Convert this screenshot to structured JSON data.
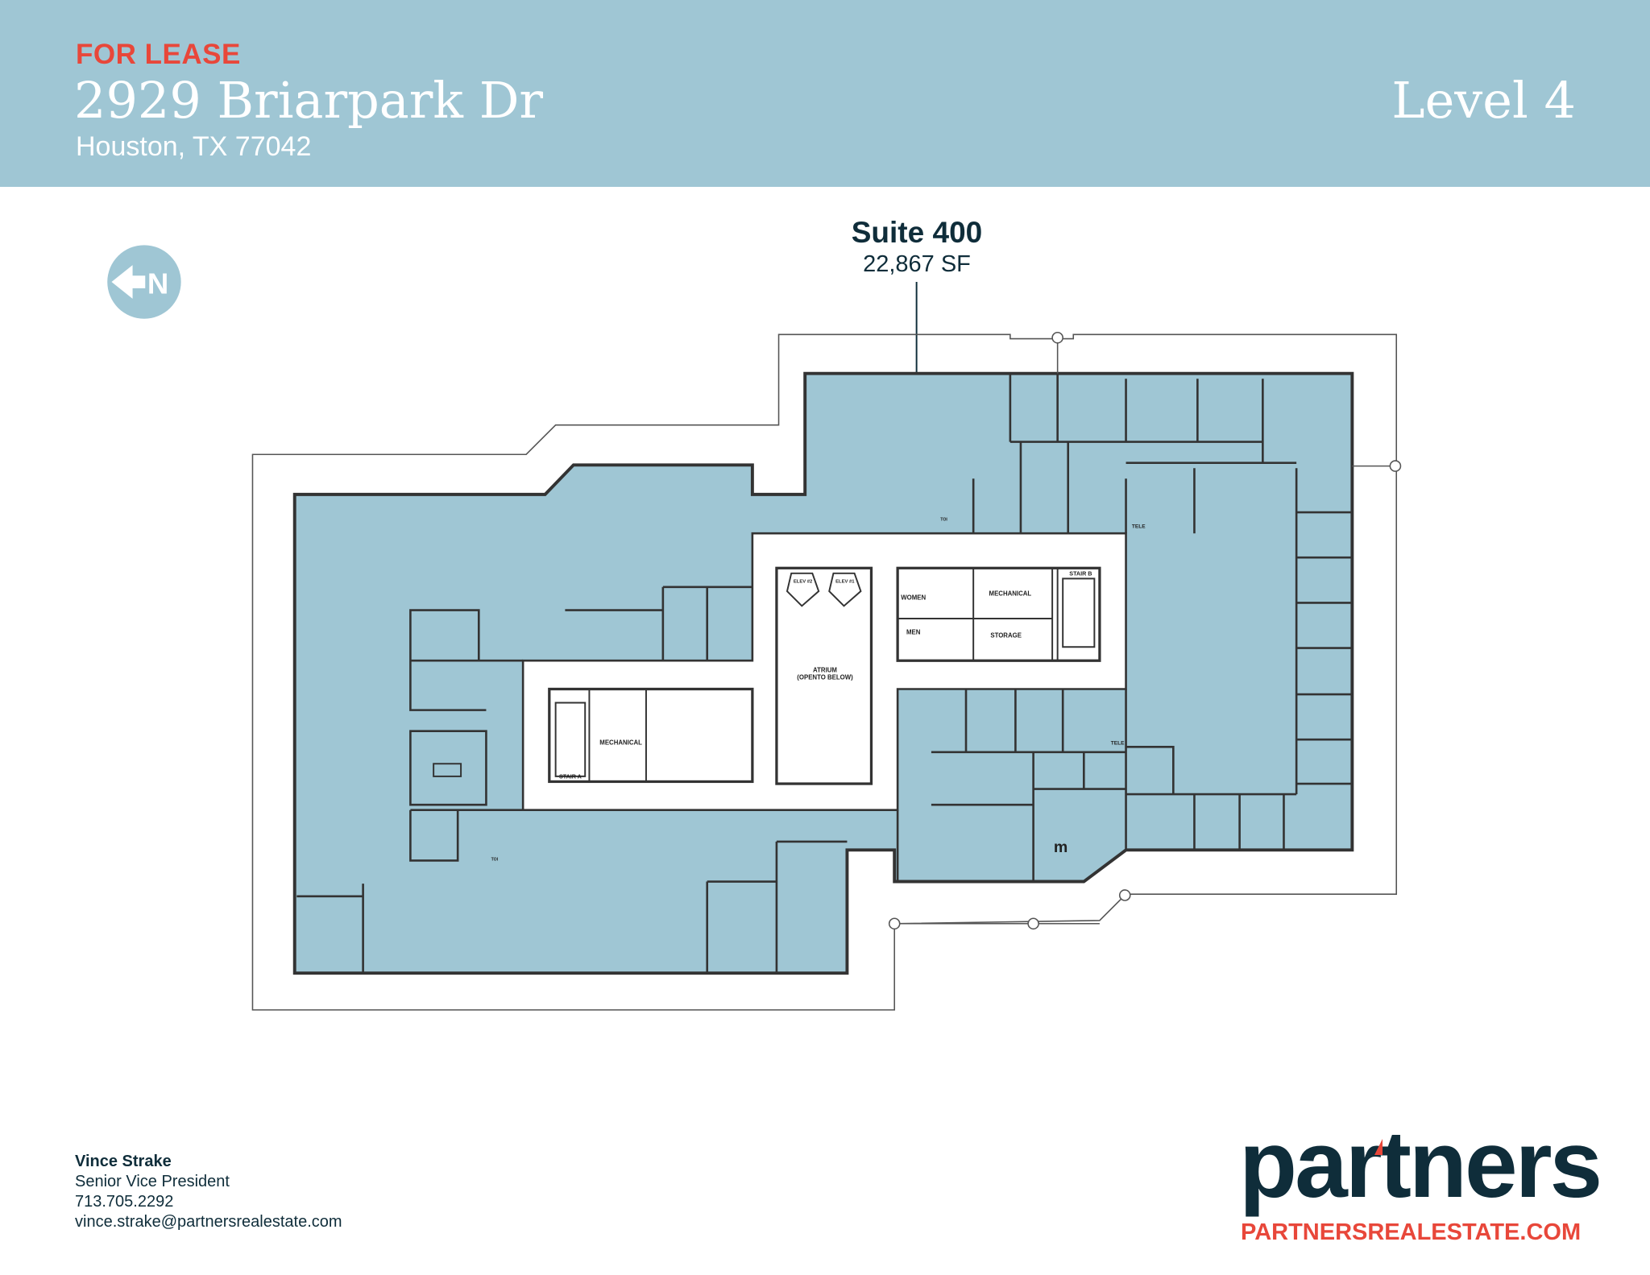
{
  "header": {
    "status": "FOR LEASE",
    "address": "2929 Briarpark Dr",
    "city": "Houston, TX 77042",
    "level": "Level 4"
  },
  "suite": {
    "name": "Suite 400",
    "area": "22,867 SF"
  },
  "compass": {
    "label": "N",
    "icon": "north-arrow-icon"
  },
  "plan_labels": {
    "atrium": "ATRIUM",
    "atrium_note": "(OPENTO BELOW)",
    "elev2": "ELEV #2",
    "elev1": "ELEV #1",
    "women": "WOMEN",
    "men": "MEN",
    "mechanical_east": "MECHANICAL",
    "storage": "STORAGE",
    "stair_b": "STAIR B",
    "mechanical_west": "MECHANICAL",
    "stair_a": "STAIR A",
    "tele_north": "TELE",
    "tele_south": "TELE",
    "m_room": "m",
    "toi_north": "TOI",
    "toi_south": "TOI"
  },
  "contact": {
    "name": "Vince Strake",
    "title": "Senior Vice President",
    "phone": "713.705.2292",
    "email": "vince.strake@partnersrealestate.com"
  },
  "brand": {
    "logo_text": "partners",
    "website": "PARTNERSREALESTATE.COM"
  },
  "colors": {
    "header_bg": "#9fc6d4",
    "accent_red": "#e8473a",
    "navy": "#0f2d3a",
    "suite_fill": "#9fc6d4"
  }
}
